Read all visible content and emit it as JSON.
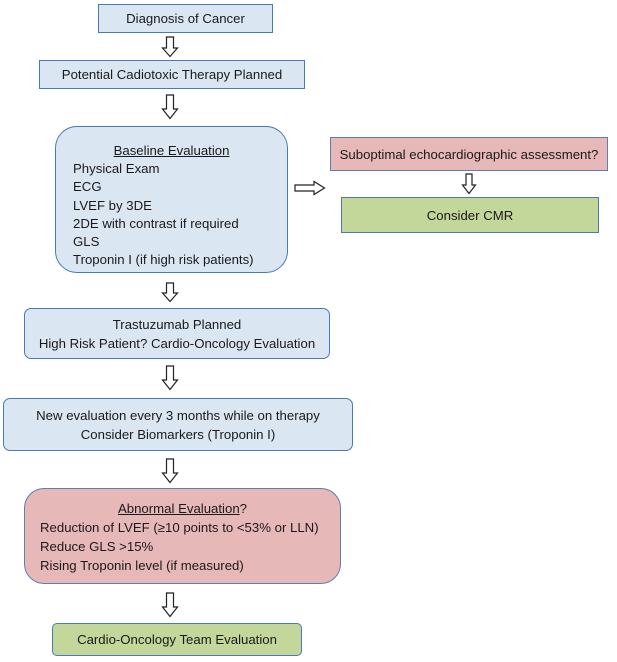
{
  "nodes": {
    "diagnosis": "Diagnosis of Cancer",
    "therapy_planned": "Potential Cadiotoxic Therapy Planned",
    "baseline": {
      "title": "Baseline Evaluation",
      "items": [
        "Physical Exam",
        "ECG",
        "LVEF by 3DE",
        "2DE with contrast if required",
        "GLS",
        "Troponin I (if high risk patients)"
      ]
    },
    "suboptimal": "Suboptimal echocardiographic assessment?",
    "consider_cmr": "Consider CMR",
    "trastuzumab": {
      "line1": "Trastuzumab Planned",
      "line2": "High Risk Patient? Cardio-Oncology Evaluation"
    },
    "new_eval": {
      "line1": "New evaluation every 3 months while on therapy",
      "line2": "Consider Biomarkers (Troponin I)"
    },
    "abnormal": {
      "title": "Abnormal Evaluation",
      "title_suffix": "?",
      "items": [
        "Reduction of LVEF (≥10 points to <53% or LLN)",
        "Reduce GLS >15%",
        "Rising Troponin level (if measured)"
      ]
    },
    "team_eval": "Cardio-Oncology Team Evaluation"
  },
  "colors": {
    "blue_fill": "#dbe6f3",
    "pink_fill": "#e6b8b7",
    "green_fill": "#c4d79b",
    "border": "#4a78b8"
  }
}
